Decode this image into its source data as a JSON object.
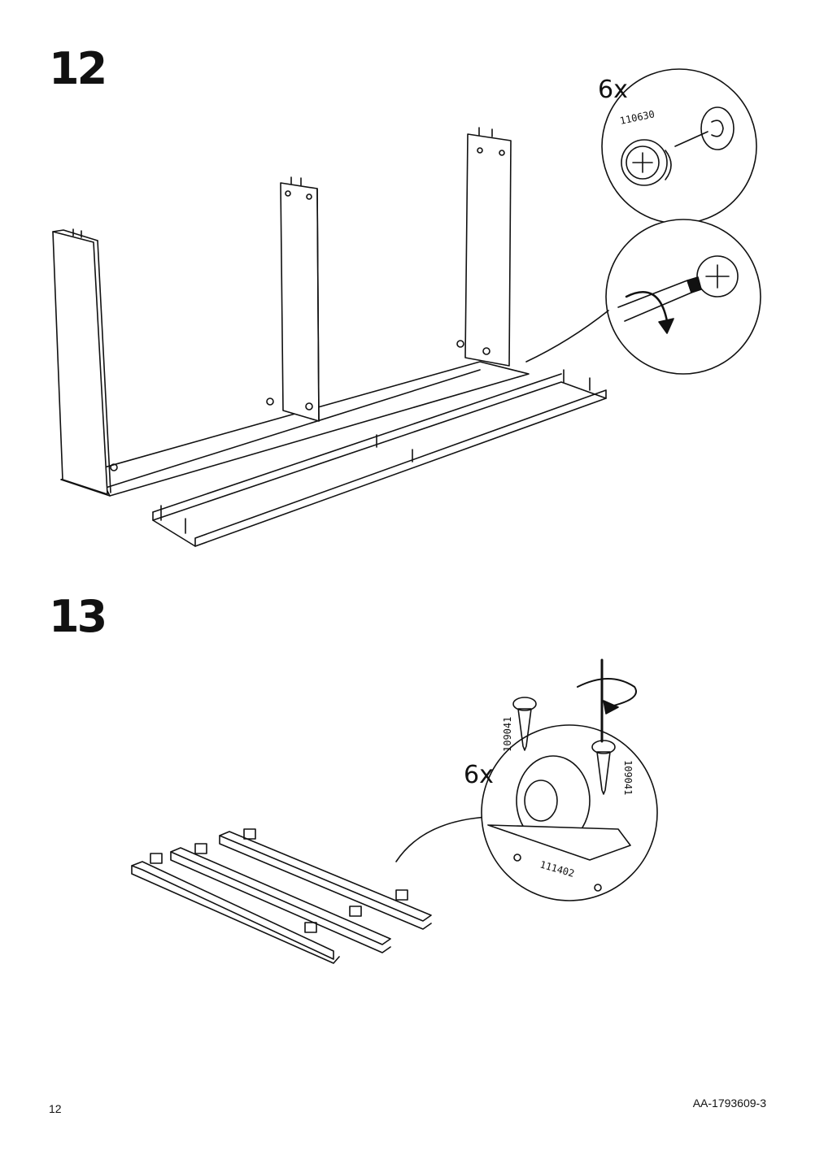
{
  "steps": [
    {
      "number": "12",
      "callouts": [
        {
          "quantity": "6x",
          "part_number": "110630"
        }
      ]
    },
    {
      "number": "13",
      "callouts": [
        {
          "quantity": "6x",
          "screw_part_number": "109041",
          "wheel_part_number": "111402"
        }
      ]
    }
  ],
  "footer": {
    "page_number": "12",
    "document_code": "AA-1793609-3"
  },
  "icons": [
    "cam-lock-fitting-icon",
    "screwdriver-icon",
    "rotate-arrow-icon",
    "screw-icon",
    "caster-wheel-icon"
  ]
}
